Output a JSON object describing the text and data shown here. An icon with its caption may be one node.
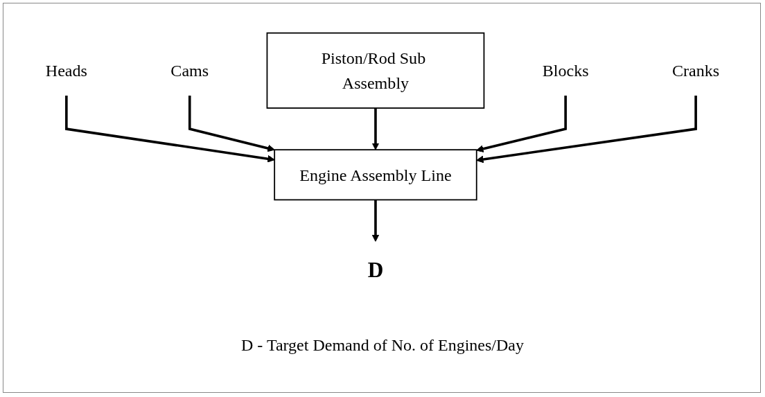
{
  "diagram": {
    "caption": "D - Target Demand of No. of Engines/Day",
    "nodes": [
      {
        "text": [
          "D"
        ]
      },
      {
        "text": [
          "Heads"
        ]
      },
      {
        "text": [
          "Cams"
        ]
      },
      {
        "text": [
          "Engine Assembly Line"
        ]
      },
      {
        "text": [
          "Piston/Rod Sub Assembly"
        ]
      },
      {
        "text": [
          "Blocks"
        ]
      },
      {
        "text": [
          "Cranks"
        ]
      }
    ],
    "edges": [
      {
        "from": 3,
        "to": 0,
        "arrow": "to"
      },
      {
        "from": 1,
        "to": 3,
        "arrow": "to"
      },
      {
        "from": 2,
        "to": 3,
        "arrow": "to"
      },
      {
        "from": 4,
        "to": 3,
        "arrow": "to"
      },
      {
        "from": 5,
        "to": 3,
        "arrow": "to"
      },
      {
        "from": 6,
        "to": 3,
        "arrow": "to"
      }
    ]
  }
}
